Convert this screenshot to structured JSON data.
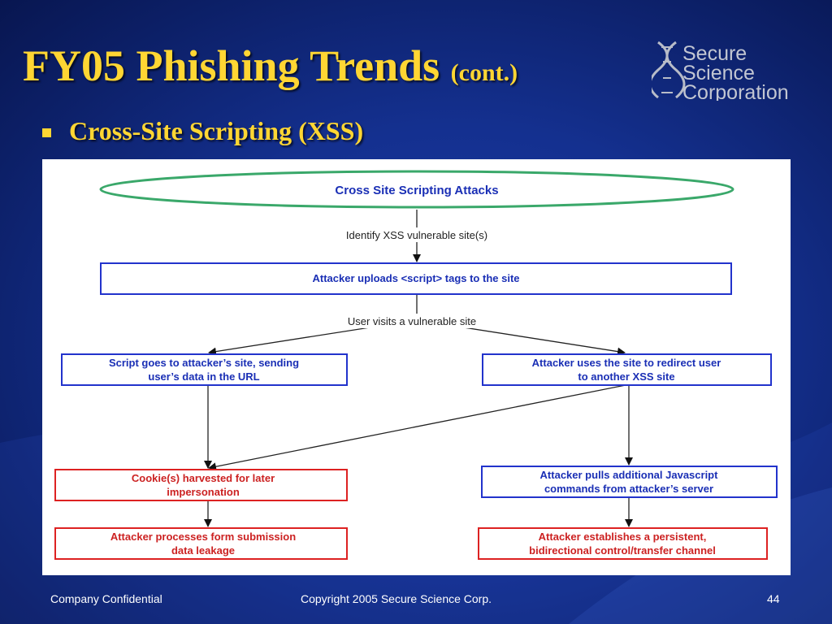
{
  "slide": {
    "title": "FY05 Phishing Trends",
    "title_suffix": "(cont.)",
    "bullet": "Cross-Site Scripting (XSS)"
  },
  "logo": {
    "line1": "Secure",
    "line2": "Science",
    "line3": "Corporation"
  },
  "diagram": {
    "title": "Cross Site Scripting Attacks",
    "edge_identify": "Identify XSS vulnerable site(s)",
    "upload": "Attacker uploads <script> tags to the site",
    "edge_visit": "User visits a vulnerable site",
    "left_box": [
      "Script goes to attacker’s site, sending",
      "user’s data in the URL"
    ],
    "right_box": [
      "Attacker uses the site to redirect user",
      "to another XSS site"
    ],
    "cookie_box": [
      "Cookie(s) harvested for later",
      "impersonation"
    ],
    "pulls_box": [
      "Attacker pulls additional Javascript",
      "commands from attacker’s server"
    ],
    "process_box": [
      "Attacker processes form submission",
      "data leakage"
    ],
    "channel_box": [
      "Attacker establishes a persistent,",
      "bidirectional control/transfer channel"
    ]
  },
  "footer": {
    "left": "Company Confidential",
    "center": "Copyright 2005 Secure Science Corp.",
    "page": "44"
  },
  "colors": {
    "title": "#ffd633",
    "green": "#3aa86a",
    "blue_border": "#2233cc",
    "red_border": "#dd2222",
    "text_blue": "#1a2fb5",
    "text_red": "#cc2222"
  }
}
